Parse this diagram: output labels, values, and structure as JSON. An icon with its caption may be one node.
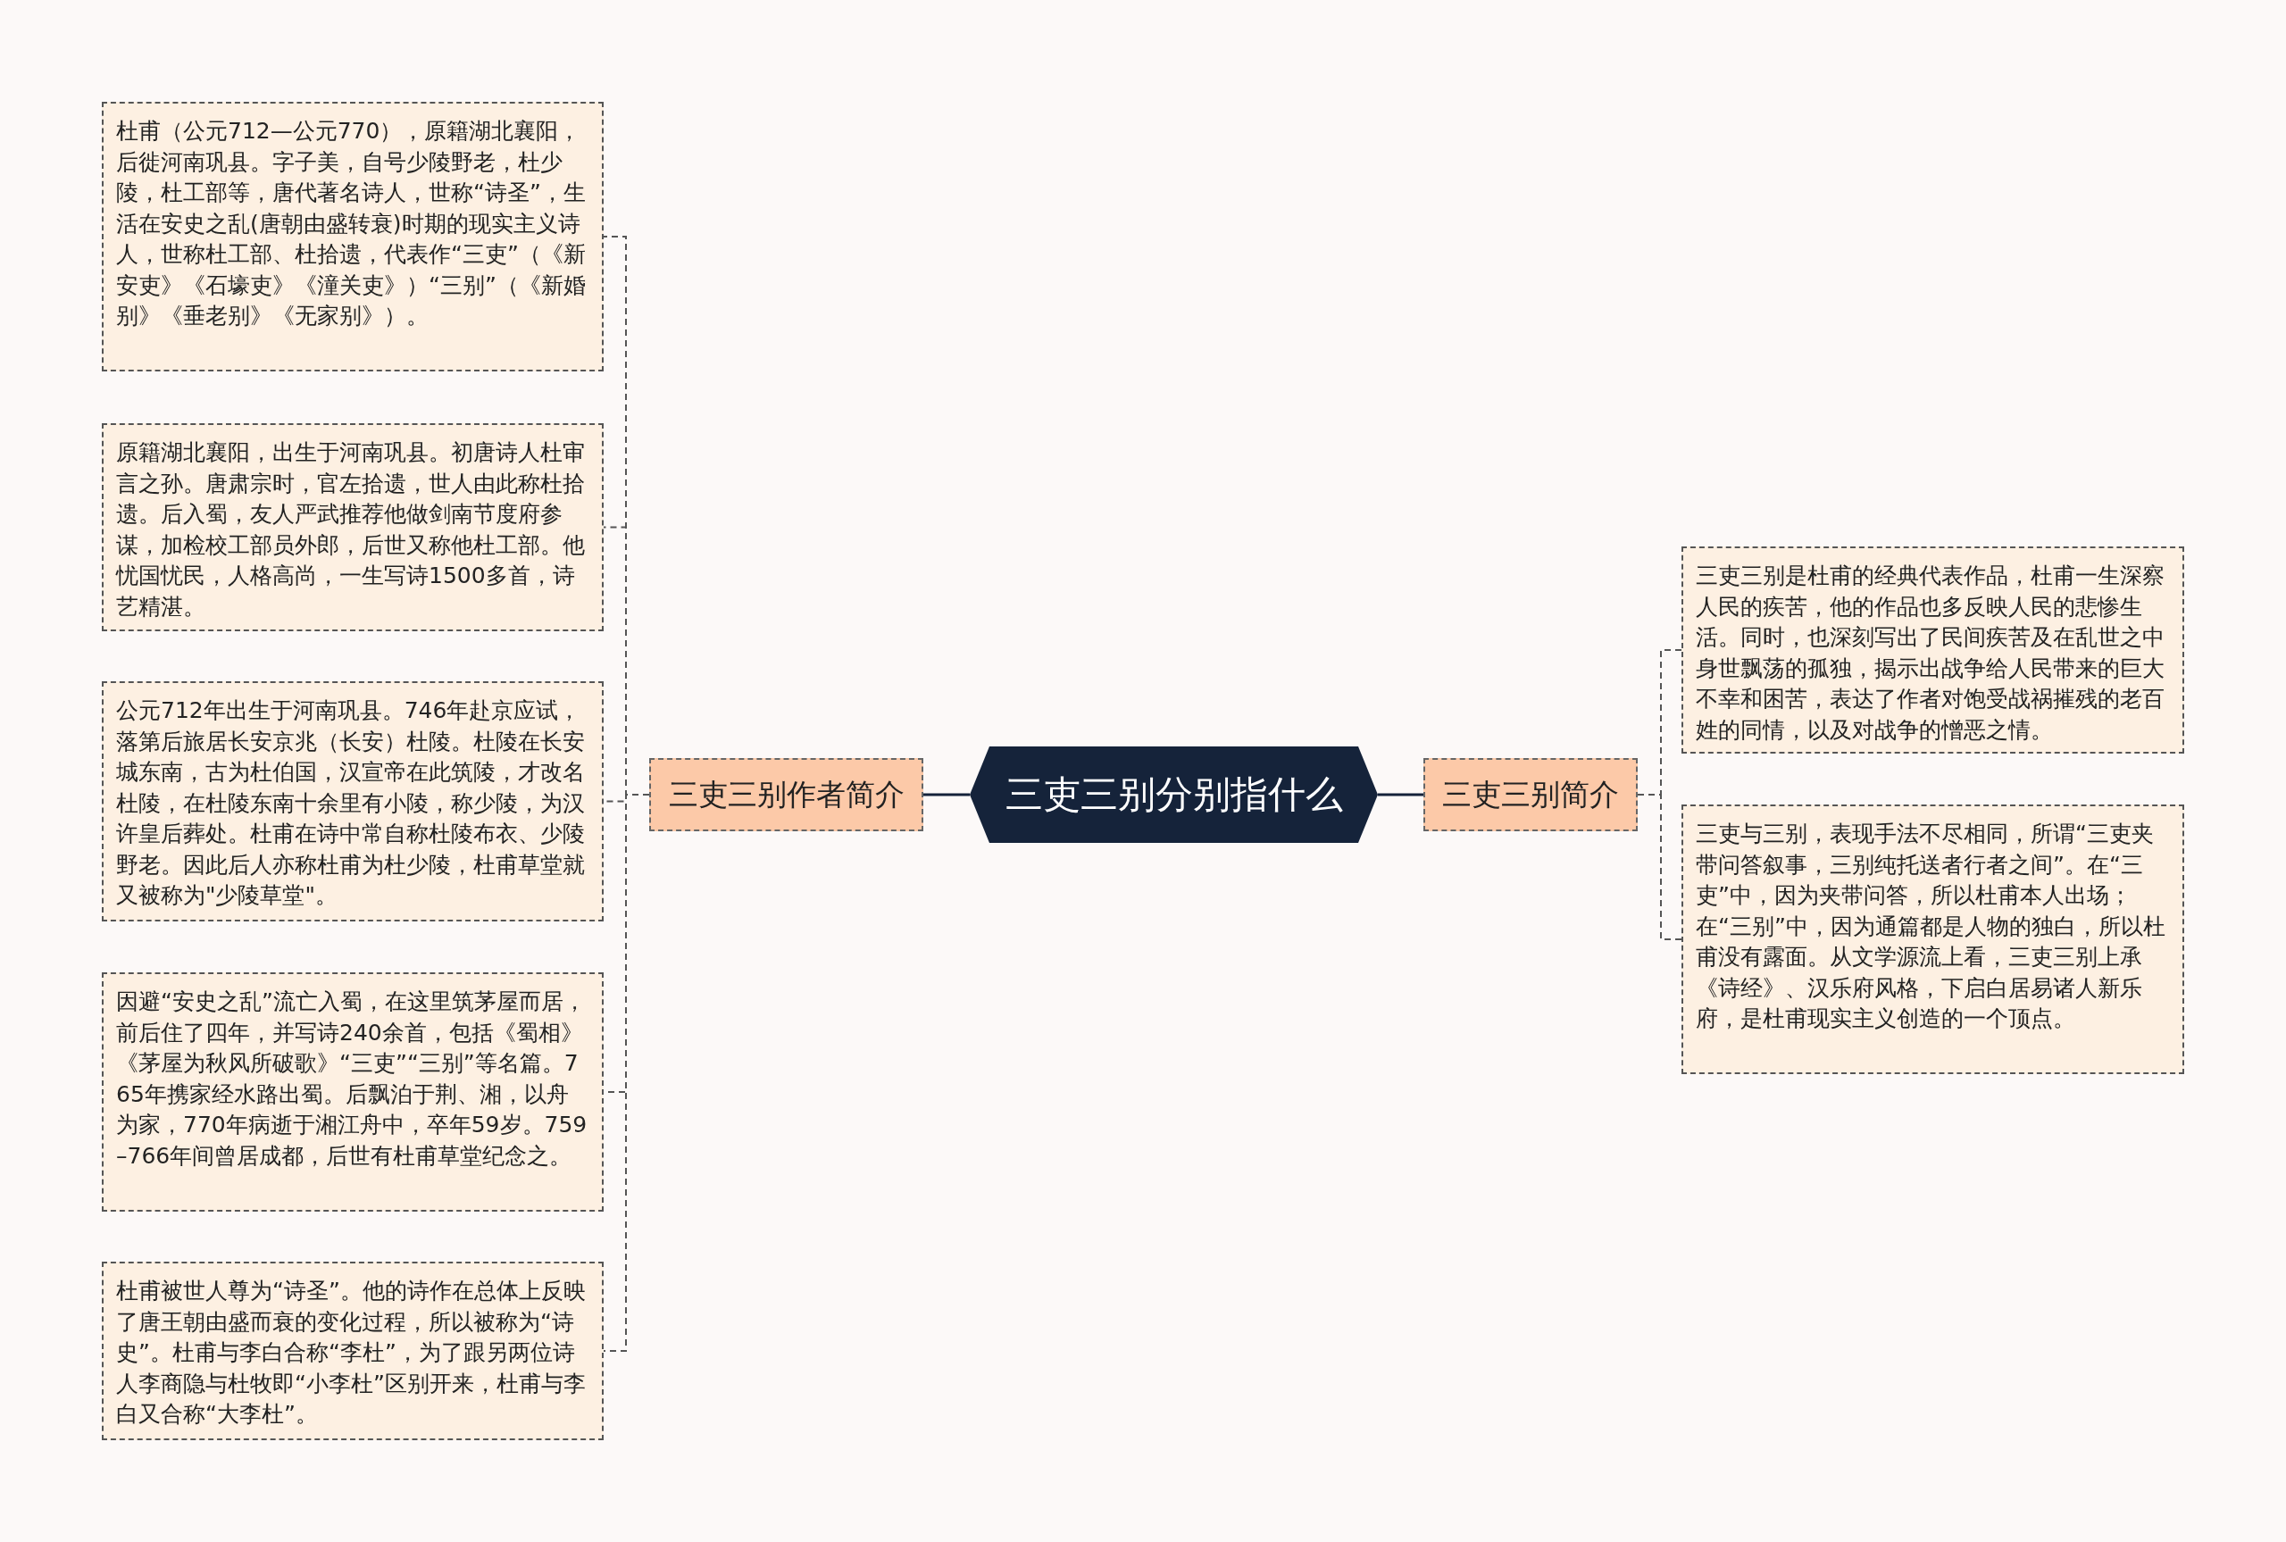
{
  "diagram": {
    "nodes": [
      {
        "text": [
          "三吏三别分别指什么"
        ]
      },
      {
        "text": [
          "三吏三别作者简介"
        ]
      },
      {
        "text": [
          "杜甫（公元712—公元770），原籍湖北襄阳，后徙河南巩县。字子美，自号少陵野老，杜少陵，杜工部等，唐代著名诗人，世称“诗圣”，生活在安史之乱(唐朝由盛转衰)时期的现实主义诗人，世称杜工部、杜拾遗，代表作“三吏”（《新安吏》《石壕吏》《潼关吏》）“三别”（《新婚别》《垂老别》《无家别》）。"
        ]
      },
      {
        "text": [
          "原籍湖北襄阳，出生于河南巩县。初唐诗人杜审言之孙。唐肃宗时，官左拾遗，世人由此称杜拾遗。后入蜀，友人严武推荐他做剑南节度府参谋，加检校工部员外郎，后世又称他杜工部。他忧国忧民，人格高尚，一生写诗1500多首，诗艺精湛。"
        ]
      },
      {
        "text": [
          "公元712年出生于河南巩县。746年赴京应试，落第后旅居长安京兆（长安）杜陵。杜陵在长安城东南，古为杜伯国，汉宣帝在此筑陵，才改名杜陵，在杜陵东南十余里有小陵，称少陵，为汉许皇后葬处。杜甫在诗中常自称杜陵布衣、少陵野老。因此后人亦称杜甫为杜少陵，杜甫草堂就又被称为\"少陵草堂\"。"
        ]
      },
      {
        "text": [
          "因避“安史之乱”流亡入蜀，在这里筑茅屋而居，前后住了四年，并写诗240余首，包括《蜀相》《茅屋为秋风所破歌》“三吏”“三别”等名篇。765年携家经水路出蜀。后飘泊于荆、湘，以舟为家，770年病逝于湘江舟中，卒年59岁。759–766年间曾居成都，后世有杜甫草堂纪念之。"
        ]
      },
      {
        "text": [
          "杜甫被世人尊为“诗圣”。他的诗作在总体上反映了唐王朝由盛而衰的变化过程，所以被称为“诗史”。杜甫与李白合称“李杜”，为了跟另两位诗人李商隐与杜牧即“小李杜”区别开来，杜甫与李白又合称“大李杜”。"
        ]
      },
      {
        "text": [
          "三吏三别简介"
        ]
      },
      {
        "text": [
          "三吏三别是杜甫的经典代表作品，杜甫一生深察人民的疾苦，他的作品也多反映人民的悲惨生活。同时，也深刻写出了民间疾苦及在乱世之中身世飘荡的孤独，揭示出战争给人民带来的巨大不幸和困苦，表达了作者对饱受战祸摧残的老百姓的同情，以及对战争的憎恶之情。"
        ]
      },
      {
        "text": [
          "三吏与三别，表现手法不尽相同，所谓“三吏夹带问答叙事，三别纯托送者行者之间”。在“三吏”中，因为夹带问答，所以杜甫本人出场；在“三别”中，因为通篇都是人物的独白，所以杜甫没有露面。从文学源流上看，三吏三别上承《诗经》、汉乐府风格，下启白居易诸人新乐府，是杜甫现实主义创造的一个顶点。"
        ]
      }
    ],
    "edges": [
      {
        "from": 0,
        "to": 1,
        "arrow": "none"
      },
      {
        "from": 1,
        "to": 2,
        "arrow": "none",
        "style": "dashed"
      },
      {
        "from": 1,
        "to": 3,
        "arrow": "none",
        "style": "dashed"
      },
      {
        "from": 1,
        "to": 4,
        "arrow": "none",
        "style": "dashed"
      },
      {
        "from": 1,
        "to": 5,
        "arrow": "none",
        "style": "dashed"
      },
      {
        "from": 1,
        "to": 6,
        "arrow": "none",
        "style": "dashed"
      },
      {
        "from": 0,
        "to": 7,
        "arrow": "none"
      },
      {
        "from": 7,
        "to": 8,
        "arrow": "none",
        "style": "dashed"
      },
      {
        "from": 7,
        "to": 9,
        "arrow": "none",
        "style": "dashed"
      }
    ]
  }
}
